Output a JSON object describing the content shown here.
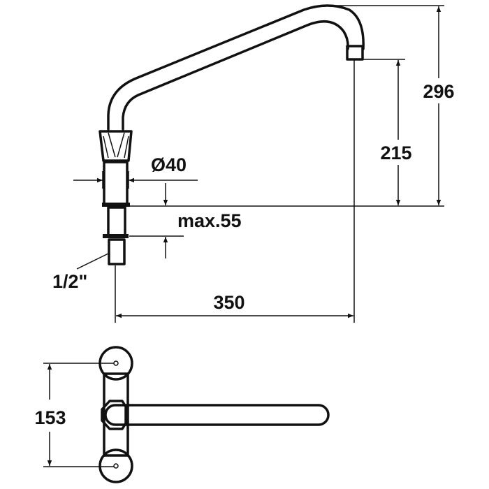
{
  "dimensions": {
    "total_height": "296",
    "outlet_height": "215",
    "diameter": "Ø40",
    "max_thickness": "max.55",
    "thread": "1/2\"",
    "reach": "350",
    "mount_spacing": "153"
  },
  "colors": {
    "line": "#111111",
    "background": "#ffffff"
  }
}
